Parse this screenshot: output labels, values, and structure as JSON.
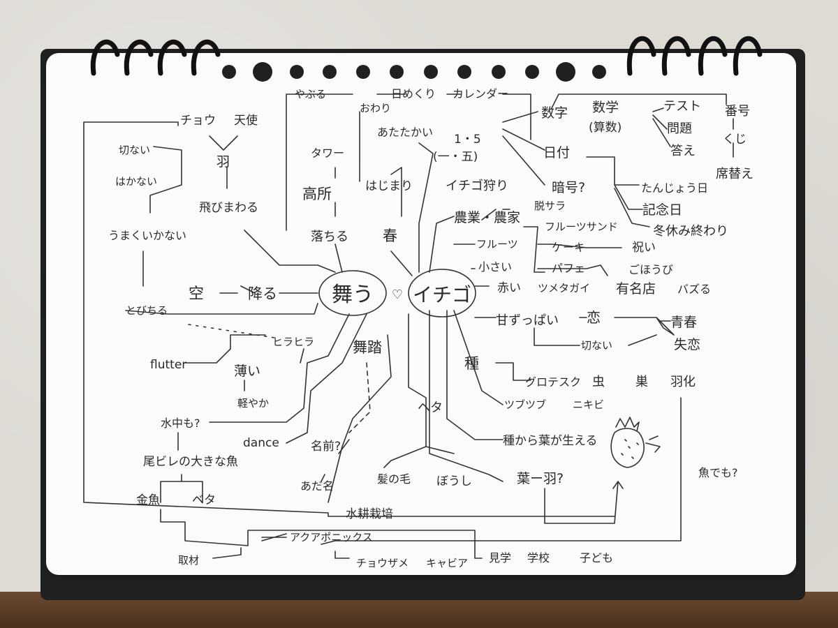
{
  "center": {
    "left": "舞う",
    "right": "イチゴ",
    "connector": "♡"
  },
  "words": {
    "yaburu": "やぶる",
    "himekuri": "日めくり",
    "calendar": "カレンダー",
    "suuji": "数字",
    "sugaku": "数学",
    "sansu": "(算数)",
    "test": "テスト",
    "mondai": "問題",
    "kotae": "答え",
    "bangou": "番号",
    "kuji": "くじ",
    "sekigae": "席替え",
    "hiduke": "日付",
    "anngou": "暗号?",
    "tanjoubi": "たんじょう日",
    "kinenbi": "記念日",
    "fuyuyasumi": "冬休み終わり",
    "owari": "おわり",
    "atatakai": "あたたかい",
    "hajimari": "はじまり",
    "haru": "春",
    "ichigo_num": "1・5",
    "ichigo_kanji": "(一・五)",
    "ichigogari": "イチゴ狩り",
    "nougyou": "農業・農家",
    "datsusara": "脱サラ",
    "fruit_sand": "フルーツサンド",
    "fruits": "フルーツ",
    "cake": "ケーキ",
    "iwai": "祝い",
    "parfait": "パフェ",
    "gohoubi": "ごほうび",
    "chiisai": "小さい",
    "akai": "赤い",
    "tsumetagai": "ツメタガイ",
    "yuumeiten": "有名店",
    "buzzru": "バズる",
    "amazuppai": "甘ずっぱい",
    "koi": "恋",
    "setsunai2": "切ない",
    "seishun": "青春",
    "shitsuren": "失恋",
    "tane": "種",
    "grotesque": "グロテスク",
    "mushi": "虫",
    "su": "巣",
    "uka": "羽化",
    "tsubutsubu": "ツブツブ",
    "nikibi": "ニキビ",
    "tanekara": "種から葉が生える",
    "hane_q": "葉ー羽?",
    "sakana_demo": "魚でも?",
    "heta": "ヘタ",
    "kaminoke": "髪の毛",
    "boushi": "ぼうし",
    "suikou": "水耕栽培",
    "aquaponics": "アクアポニックス",
    "chougazame": "チョウザメ",
    "caviar": "キャビア",
    "kengaku": "見学",
    "gakkou": "学校",
    "kodomo": "子ども",
    "shuzai": "取材",
    "chou": "チョウ",
    "tenshi": "天使",
    "hane": "羽",
    "tobimawaru": "飛びまわる",
    "setsunai": "切ない",
    "hakanai": "はかない",
    "umakuikanai": "うまくいかない",
    "tower": "タワー",
    "kousho": "高所",
    "ochiru": "落ちる",
    "sora": "空",
    "furu": "降る",
    "tobichiru": "とびちる",
    "hirahira": "ヒラヒラ",
    "flutter": "flutter",
    "usui": "薄い",
    "karoyaka": "軽やか",
    "butou": "舞踏",
    "suichu": "水中も?",
    "dance": "dance",
    "namae": "名前?",
    "adana": "あだ名",
    "obire": "尾ビレの大きな魚",
    "kingyo": "金魚",
    "beta": "ベタ"
  },
  "colors": {
    "ink": "#2a2a2a",
    "paper": "#fbfbfa",
    "board": "#202020",
    "wall": "#dedbd5",
    "shelf": "#5a3d27"
  }
}
